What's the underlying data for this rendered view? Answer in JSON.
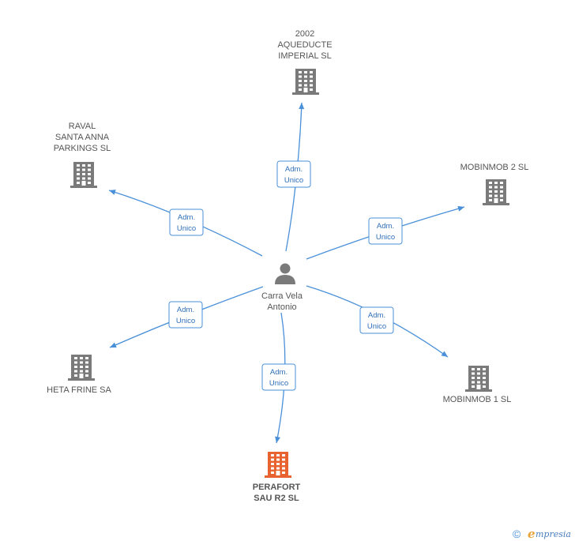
{
  "center": {
    "id": "person",
    "lines": [
      "Carra Vela",
      "Antonio"
    ]
  },
  "companies": [
    {
      "id": "aqueducte",
      "lines": [
        "2002",
        "AQUEDUCTE",
        "IMPERIAL SL"
      ],
      "highlight": false
    },
    {
      "id": "raval",
      "lines": [
        "RAVAL",
        "SANTA ANNA",
        "PARKINGS SL"
      ],
      "highlight": false
    },
    {
      "id": "mobinmob2",
      "lines": [
        "MOBINMOB 2 SL"
      ],
      "highlight": false
    },
    {
      "id": "heta",
      "lines": [
        "HETA FRINE SA"
      ],
      "highlight": false
    },
    {
      "id": "mobinmob1",
      "lines": [
        "MOBINMOB 1 SL"
      ],
      "highlight": false
    },
    {
      "id": "perafort",
      "lines": [
        "PERAFORT",
        "SAU R2 SL"
      ],
      "highlight": true
    }
  ],
  "edges": [
    {
      "to": "aqueducte",
      "label": [
        "Adm.",
        "Unico"
      ]
    },
    {
      "to": "raval",
      "label": [
        "Adm.",
        "Unico"
      ]
    },
    {
      "to": "mobinmob2",
      "label": [
        "Adm.",
        "Unico"
      ]
    },
    {
      "to": "heta",
      "label": [
        "Adm.",
        "Unico"
      ]
    },
    {
      "to": "mobinmob1",
      "label": [
        "Adm.",
        "Unico"
      ]
    },
    {
      "to": "perafort",
      "label": [
        "Adm.",
        "Unico"
      ]
    }
  ],
  "colors": {
    "edge": "#4a90d9",
    "building": "#7a7a7a",
    "highlight_building": "#e8632f"
  },
  "icons": {
    "company": "building-icon",
    "person": "person-icon"
  },
  "footer": {
    "copyright_symbol": "©",
    "brand_first": "e",
    "brand_rest": "mpresia"
  }
}
